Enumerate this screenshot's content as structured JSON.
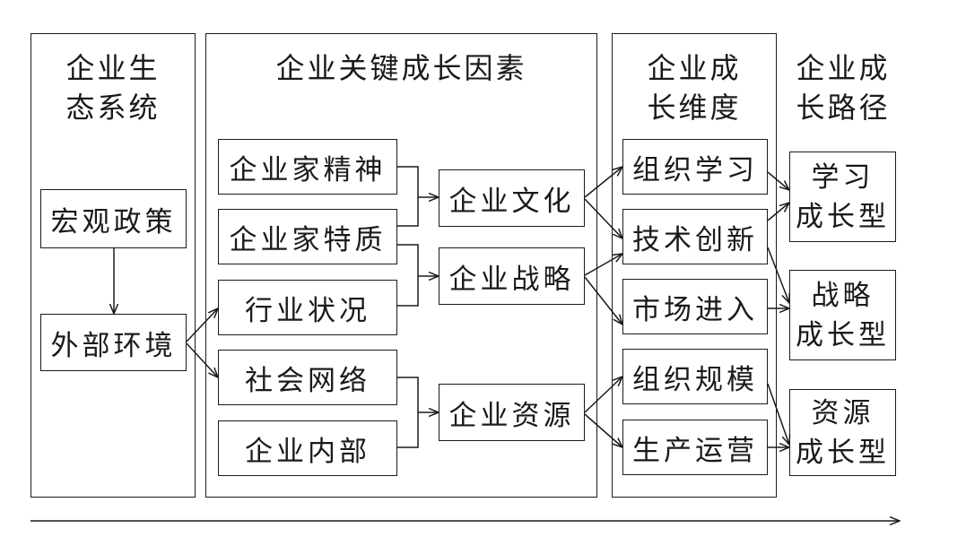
{
  "columns": {
    "ecosystem": "企业生态系统",
    "factors": "企业关键成长因素",
    "dimensions": "企业成长维度",
    "paths": "企业成长路径"
  },
  "ecosystem_nodes": {
    "macro_policy": "宏观政策",
    "external_env": "外部环境"
  },
  "factor_nodes": {
    "entrepreneurship": "企业家精神",
    "entrepreneur_traits": "企业家特质",
    "industry_status": "行业状况",
    "social_network": "社会网络",
    "internal": "企业内部"
  },
  "intermediate_nodes": {
    "culture": "企业文化",
    "strategy": "企业战略",
    "resources": "企业资源"
  },
  "dimension_nodes": {
    "org_learning": "组织学习",
    "tech_innovation": "技术创新",
    "market_entry": "市场进入",
    "org_scale": "组织规模",
    "production": "生产运营"
  },
  "path_nodes": {
    "learning": [
      "学习",
      "成长型"
    ],
    "strategy": [
      "战略",
      "成长型"
    ],
    "resource": [
      "资源",
      "成长型"
    ]
  }
}
